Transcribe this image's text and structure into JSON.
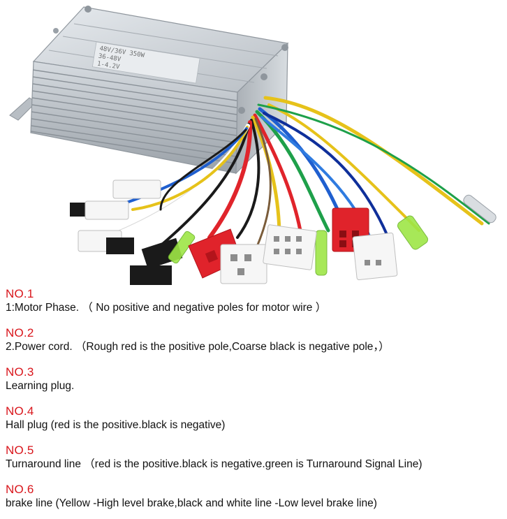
{
  "product": {
    "label_lines": [
      "48V/36V 350W",
      "36-48V",
      "1-4.2V"
    ]
  },
  "colors": {
    "heading": "#d9161c",
    "text": "#111111",
    "housing": "#c9ced2",
    "wire_green": "#1ea04a",
    "wire_yellow": "#e6c21a",
    "wire_blue": "#1f5fcf",
    "wire_red": "#e0242b",
    "wire_black": "#1a1a1a",
    "connector_red": "#e0232b",
    "tube_green": "#9ee646"
  },
  "items": [
    {
      "title": "NO.1",
      "desc": "1:Motor Phase.   （ No positive and negative poles for motor wire ）"
    },
    {
      "title": "NO.2",
      "desc": "2.Power cord.   （Rough red is the positive pole,Coarse black is negative pole，）"
    },
    {
      "title": "NO.3",
      "desc": "Learning plug."
    },
    {
      "title": "NO.4",
      "desc": "Hall plug   (red is the positive.black is negative)"
    },
    {
      "title": "NO.5",
      "desc": "Turnaround line （red is the positive.black is negative.green is Turnaround Signal Line)"
    },
    {
      "title": "NO.6",
      "desc": "brake line  (Yellow -High level brake,black and white line -Low level brake line)"
    }
  ]
}
